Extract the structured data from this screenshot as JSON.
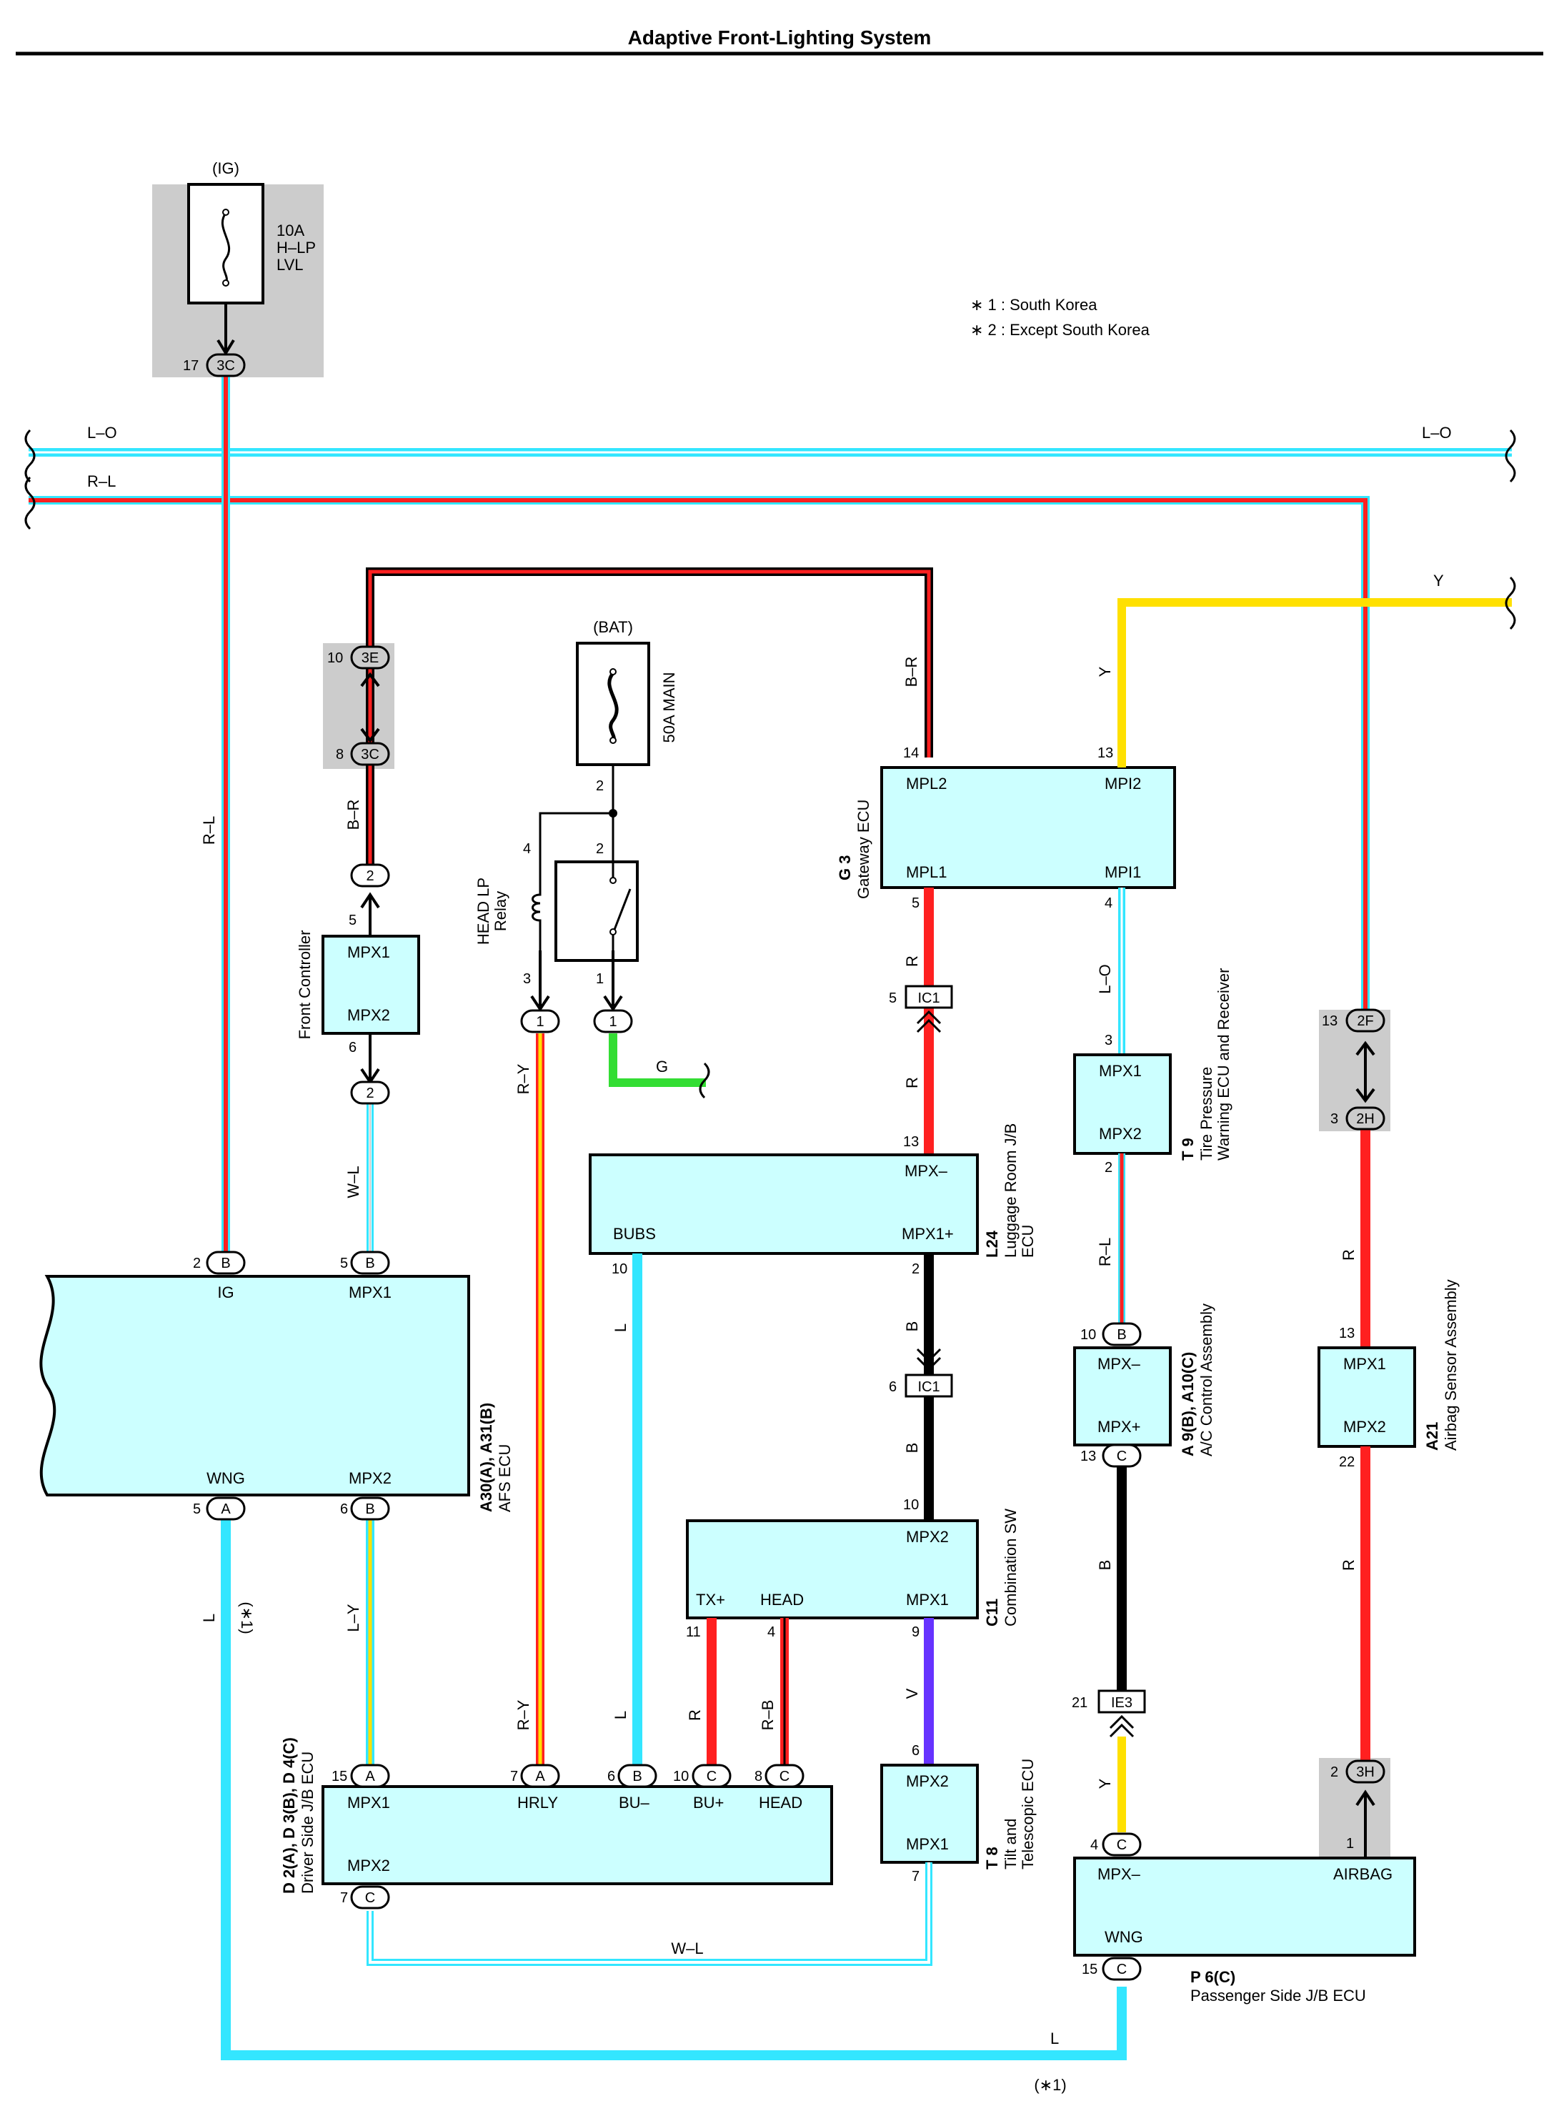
{
  "title": "Adaptive Front-Lighting System",
  "notes": [
    "∗ 1 : South Korea",
    "∗ 2 : Except South Korea"
  ],
  "fuses": {
    "ig": {
      "source": "(IG)",
      "line1": "10A",
      "line2": "H–LP",
      "line3": "LVL"
    },
    "bat": {
      "source": "(BAT)",
      "label": "50A MAIN"
    }
  },
  "relay": {
    "line1": "HEAD LP",
    "line2": "Relay"
  },
  "wires": {
    "lo": "L–O",
    "rl": "R–L",
    "br": "B–R",
    "y": "Y",
    "r": "R",
    "g": "G",
    "ry": "R–Y",
    "wl": "W–L",
    "l": "L",
    "b": "B",
    "v": "V",
    "rb": "R–B",
    "ly": "L–Y"
  },
  "notes_star1": "(∗1)",
  "connectors": {
    "c3c": "3C",
    "c3e": "3E",
    "c2": "2",
    "c1": "1",
    "ic1": "IC1",
    "ie3": "IE3",
    "c2f": "2F",
    "c2h": "2H",
    "c3h": "3H",
    "a": "A",
    "b": "B",
    "c": "C"
  },
  "pins": {
    "p17": "17",
    "p10": "10",
    "p8": "8",
    "p5": "5",
    "p6": "6",
    "p2": "2",
    "p4": "4",
    "p3": "3",
    "p1": "1",
    "p14": "14",
    "p13": "13",
    "p7": "7",
    "p15": "15",
    "p11": "11",
    "p9": "9",
    "p21": "21",
    "p22": "22"
  },
  "components": {
    "front_controller": {
      "label": "Front Controller",
      "t1": "MPX1",
      "t2": "MPX2"
    },
    "gateway": {
      "code": "G 3",
      "name": "Gateway ECU",
      "t1": "MPL2",
      "t2": "MPI2",
      "t3": "MPL1",
      "t4": "MPI1"
    },
    "tire": {
      "code": "T 9",
      "name1": "Tire Pressure",
      "name2": "Warning ECU and Receiver",
      "t1": "MPX1",
      "t2": "MPX2"
    },
    "luggage": {
      "code": "L24",
      "name1": "Luggage Room J/B",
      "name2": "ECU",
      "t1": "MPX–",
      "t2": "BUBS",
      "t3": "MPX1+"
    },
    "afs": {
      "code": "A30(A), A31(B)",
      "name": "AFS ECU",
      "t1": "IG",
      "t2": "MPX1",
      "t3": "WNG",
      "t4": "MPX2"
    },
    "ac": {
      "code": "A 9(B), A10(C)",
      "name": "A/C Control Assembly",
      "t1": "MPX–",
      "t2": "MPX+"
    },
    "airbag": {
      "code": "A21",
      "name": "Airbag Sensor Assembly",
      "t1": "MPX1",
      "t2": "MPX2"
    },
    "combination": {
      "code": "C11",
      "name": "Combination SW",
      "t1": "MPX2",
      "t2": "TX+",
      "t3": "HEAD",
      "t4": "MPX1"
    },
    "driver_jb": {
      "code": "D 2(A), D 3(B), D 4(C)",
      "name": "Driver Side J/B ECU",
      "t1": "MPX1",
      "t2": "HRLY",
      "t3": "BU–",
      "t4": "BU+",
      "t5": "HEAD",
      "t6": "MPX2"
    },
    "tilt": {
      "code": "T 8",
      "name1": "Tilt and",
      "name2": "Telescopic ECU",
      "t1": "MPX2",
      "t2": "MPX1"
    },
    "passenger_jb": {
      "code": "P 6(C)",
      "name": "Passenger Side J/B ECU",
      "t1": "MPX–",
      "t2": "AIRBAG",
      "t3": "WNG"
    }
  },
  "colors": {
    "red": "#ff2020",
    "cyan": "#33e6ff",
    "yellow": "#ffe000",
    "black": "#000000",
    "green": "#33dd33",
    "violet": "#6633ff",
    "box_fill": "#ccffff",
    "shade": "#cccccc"
  }
}
